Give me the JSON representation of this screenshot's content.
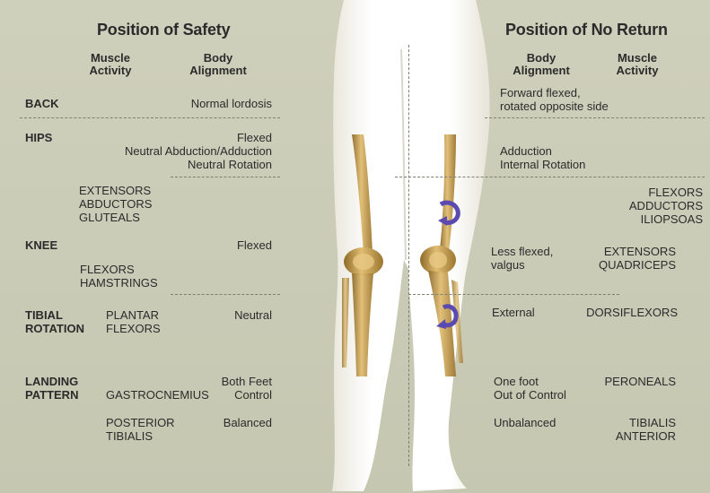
{
  "titles": {
    "safety": "Position of Safety",
    "no_return": "Position of No Return"
  },
  "headers": {
    "left_muscle": [
      "Muscle",
      "Activity"
    ],
    "left_body": [
      "Body",
      "Alignment"
    ],
    "right_body": [
      "Body",
      "Alignment"
    ],
    "right_muscle": [
      "Muscle",
      "Activity"
    ]
  },
  "rows": {
    "back": {
      "label": "BACK",
      "safety_alignment": "Normal lordosis",
      "noreturn_alignment": [
        "Forward flexed,",
        "rotated opposite side"
      ]
    },
    "hips": {
      "label": "HIPS",
      "safety_alignment": [
        "Flexed",
        "Neutral Abduction/Adduction",
        "Neutral Rotation"
      ],
      "noreturn_alignment": [
        "Adduction",
        "Internal Rotation"
      ],
      "safety_muscles": [
        "EXTENSORS",
        "ABDUCTORS",
        "GLUTEALS"
      ],
      "noreturn_muscles": [
        "FLEXORS",
        "ADDUCTORS",
        "ILIOPSOAS"
      ]
    },
    "knee": {
      "label": "KNEE",
      "safety_alignment": "Flexed",
      "safety_muscles": [
        "FLEXORS",
        "HAMSTRINGS"
      ],
      "noreturn_alignment": [
        "Less flexed,",
        "valgus"
      ],
      "noreturn_muscles": [
        "EXTENSORS",
        "QUADRICEPS"
      ]
    },
    "tibial": {
      "label": [
        "TIBIAL",
        "ROTATION"
      ],
      "safety_muscles": [
        "PLANTAR",
        "FLEXORS"
      ],
      "safety_alignment": "Neutral",
      "noreturn_alignment": "External",
      "noreturn_muscles": "DORSIFLEXORS"
    },
    "landing": {
      "label": [
        "LANDING",
        "PATTERN"
      ],
      "safety_alignment": [
        "Both Feet",
        "Control"
      ],
      "safety_muscles": "GASTROCNEMIUS",
      "noreturn_alignment": [
        "One foot",
        "Out of Control"
      ],
      "noreturn_muscles": "PERONEALS"
    },
    "balance": {
      "safety_muscles": [
        "POSTERIOR",
        "TIBIALIS"
      ],
      "safety_alignment": "Balanced",
      "noreturn_alignment": "Unbalanced",
      "noreturn_muscles": [
        "TIBIALIS",
        "ANTERIOR"
      ]
    }
  },
  "colors": {
    "background": "#c9cab5",
    "text": "#2b2b2b",
    "leg": "#fdfcf6",
    "bone": "#c99f4a",
    "arrow": "#5b4bb0"
  }
}
